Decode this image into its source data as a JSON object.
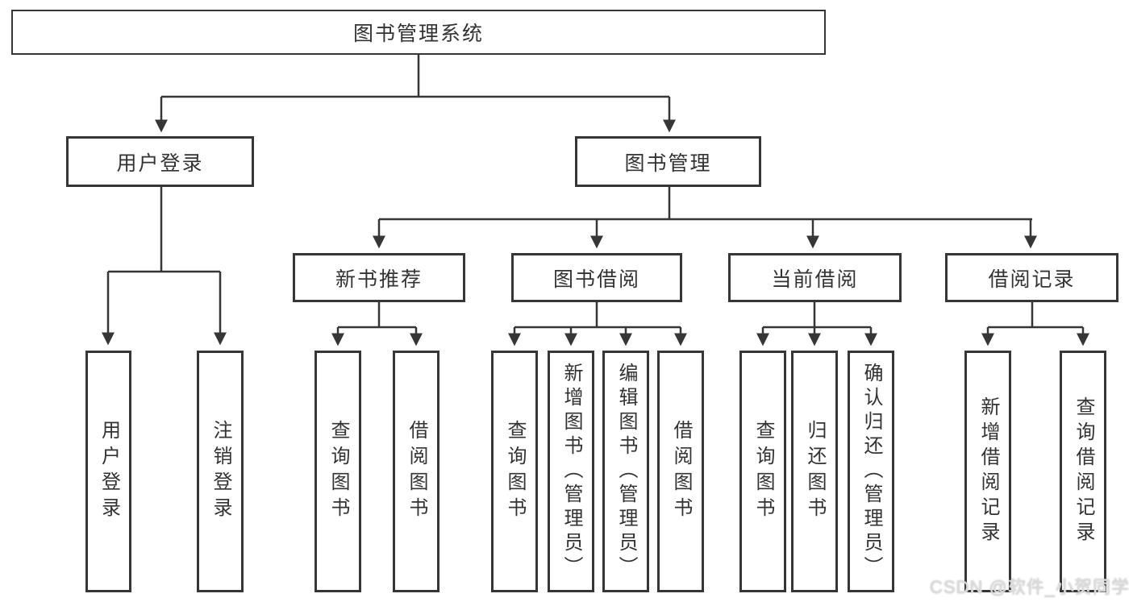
{
  "tree": {
    "root": "图书管理系统",
    "level2": {
      "user_login": {
        "label": "用户登录",
        "children": {
          "login": "用户登录",
          "logout": "注销登录"
        }
      },
      "book_mgmt": {
        "label": "图书管理",
        "sections": {
          "new_book": {
            "label": "新书推荐",
            "children": {
              "query": "查询图书",
              "borrow": "借阅图书"
            }
          },
          "borrow": {
            "label": "图书借阅",
            "children": {
              "query": "查询图书",
              "add": "新增图书（管理员）",
              "edit": "编辑图书（管理员）",
              "borrow": "借阅图书"
            }
          },
          "current": {
            "label": "当前借阅",
            "children": {
              "query": "查询图书",
              "return": "归还图书",
              "confirm": "确认归还（管理员）"
            }
          },
          "records": {
            "label": "借阅记录",
            "children": {
              "add": "新增借阅记录",
              "query": "查询借阅记录"
            }
          }
        }
      }
    }
  },
  "watermark": "CSDN @软件_小贺同学",
  "colors": {
    "line": "#363636",
    "text": "#333333",
    "background": "#ffffff",
    "watermark": "#dcdcdc"
  }
}
